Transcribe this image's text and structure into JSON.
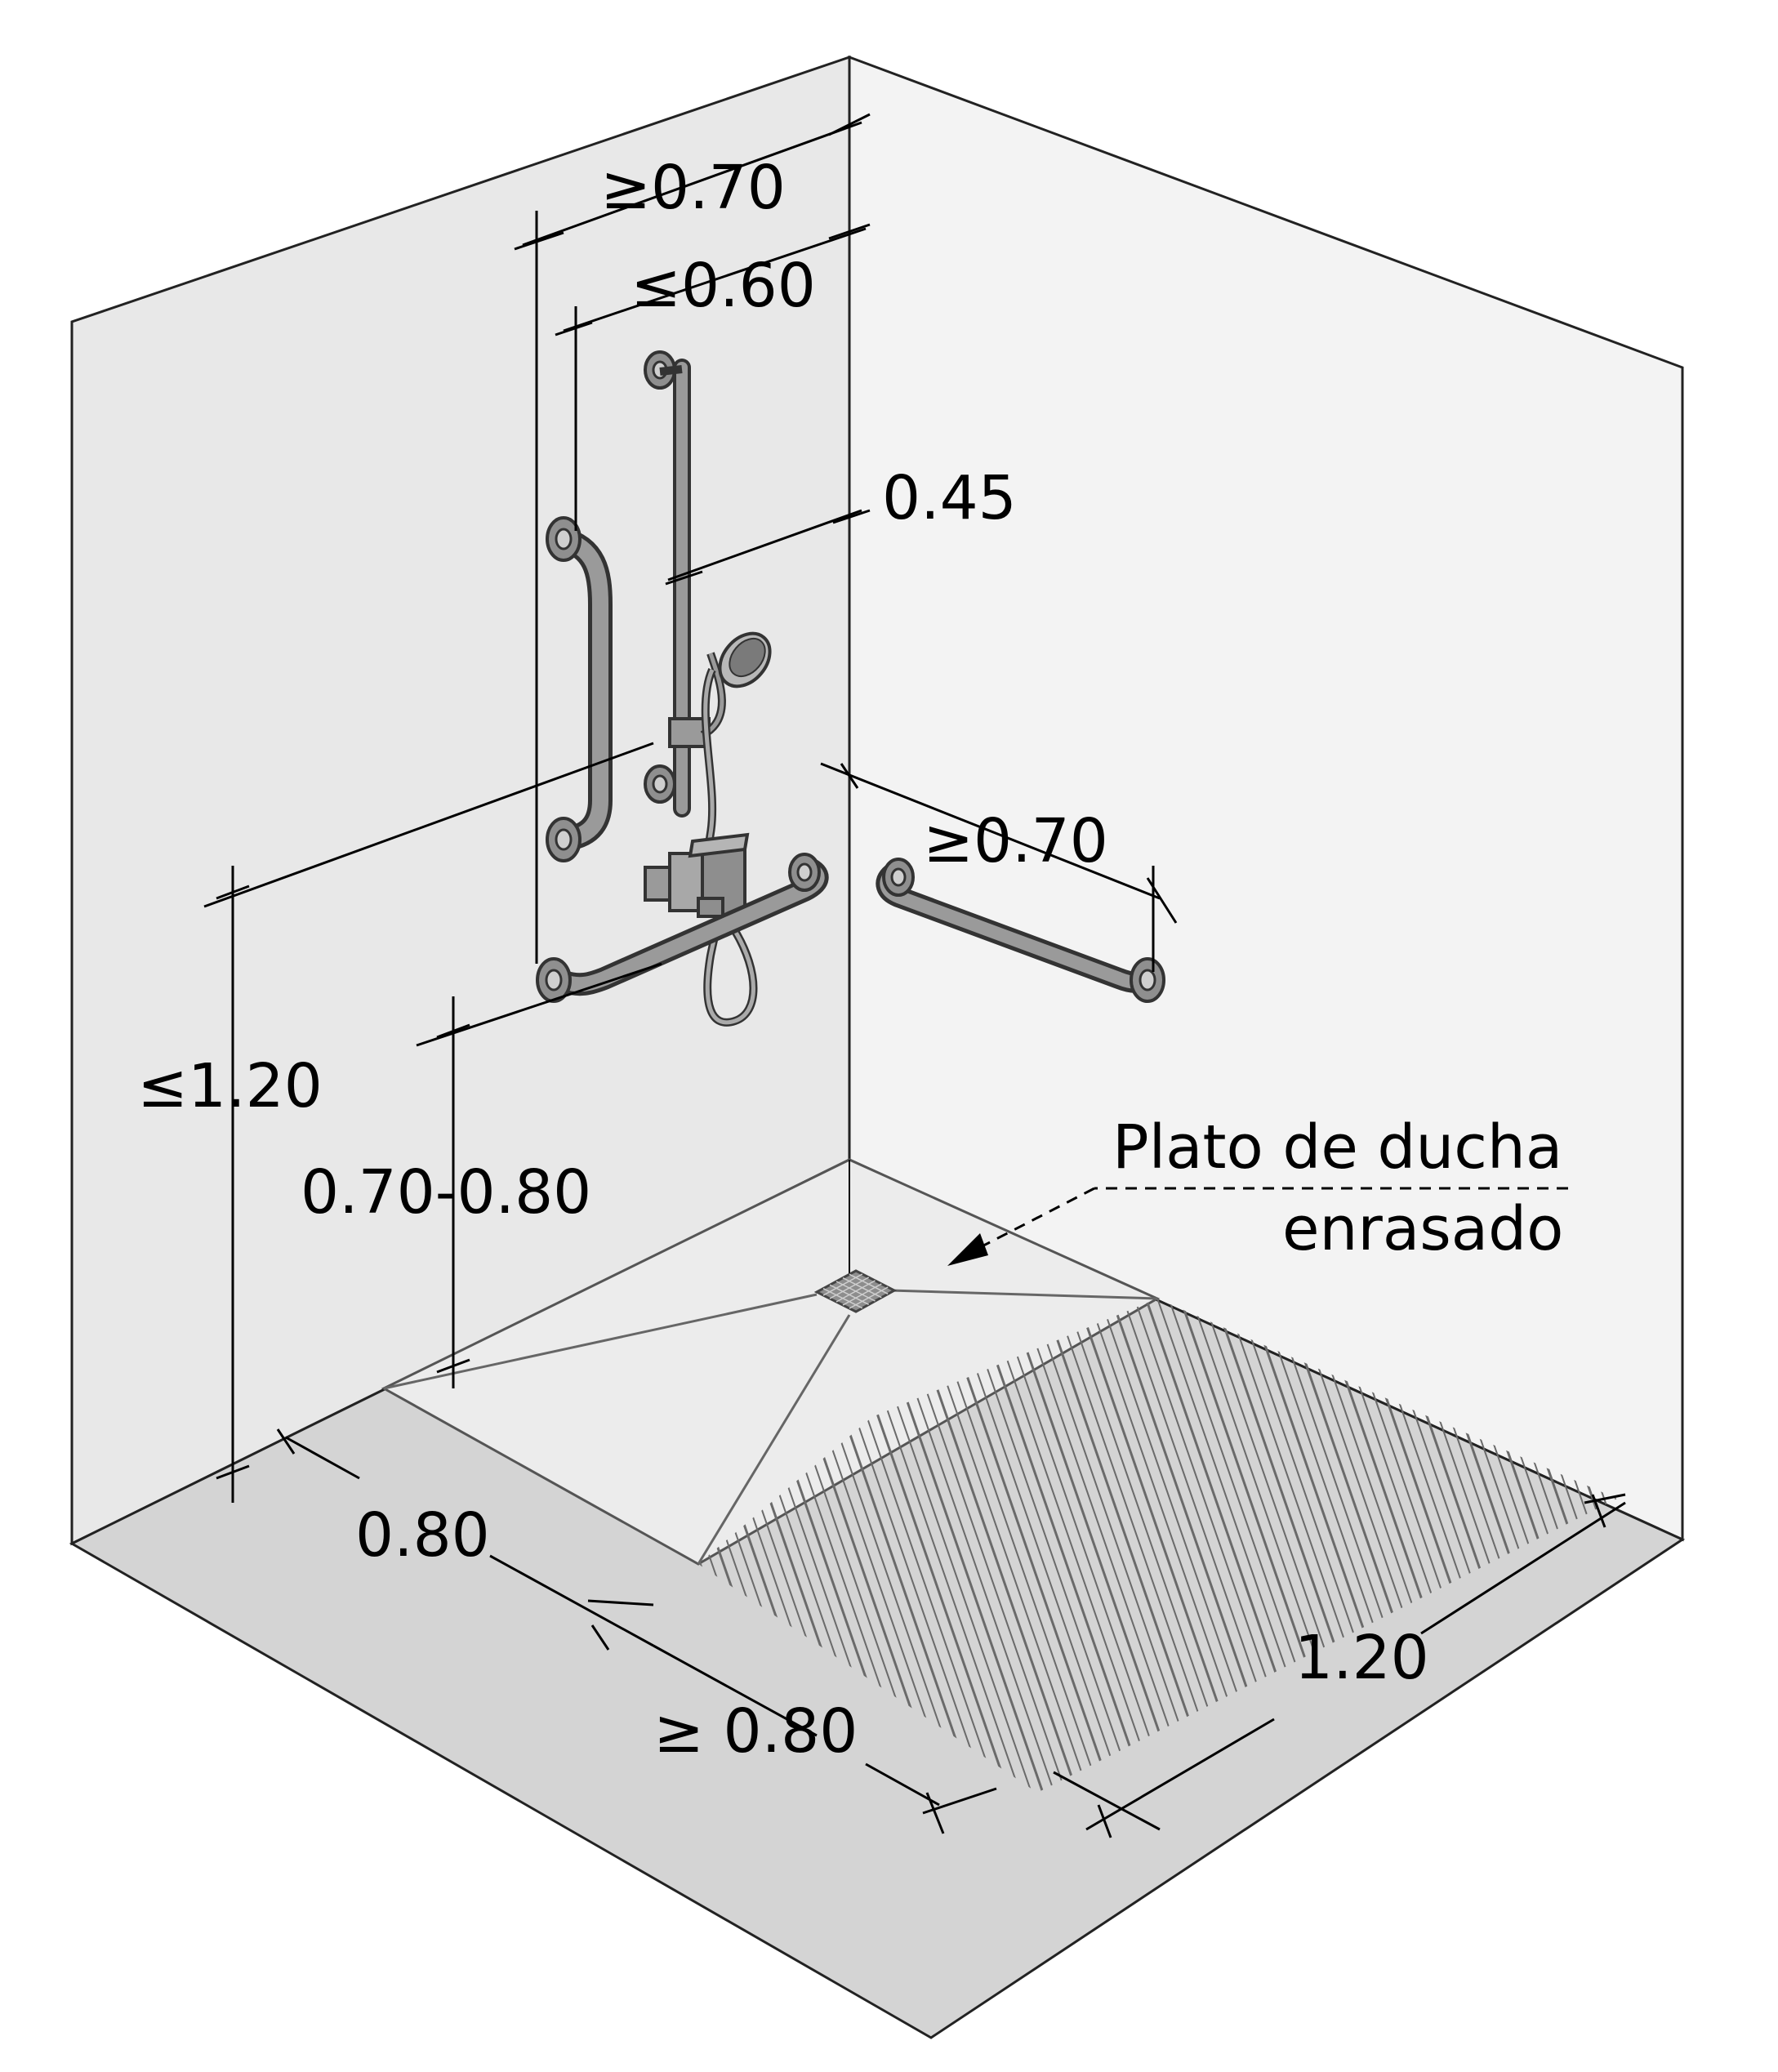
{
  "diagram": {
    "dimensions": {
      "top_width": "≥0.70",
      "inner_width": "≤0.60",
      "bar_offset": "0.45",
      "side_bar_length": "≥0.70",
      "control_height": "≤1.20",
      "bar_height": "0.70-0.80",
      "tray_depth": "0.80",
      "side_space": "≥ 0.80",
      "tray_length": "1.20"
    },
    "labels": {
      "shower_tray_line1": "Plato de ducha",
      "shower_tray_line2": "enrasado"
    },
    "colors": {
      "left_wall": "#e8e8e8",
      "right_wall": "#f3f3f3",
      "floor": "#d4d4d4",
      "tray": "#ececec",
      "hatch": "#6a6a6a",
      "grab_bar": "#9a9a9a"
    }
  }
}
